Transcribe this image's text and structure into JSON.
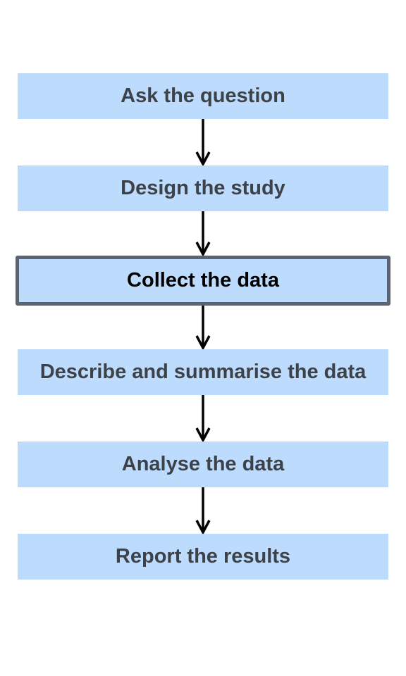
{
  "diagram": {
    "steps": [
      {
        "label": "Ask the question",
        "highlighted": false
      },
      {
        "label": "Design the study",
        "highlighted": false
      },
      {
        "label": "Collect the data",
        "highlighted": true
      },
      {
        "label": "Describe and summarise the data",
        "highlighted": false
      },
      {
        "label": "Analyse the data",
        "highlighted": false
      },
      {
        "label": "Report the results",
        "highlighted": false
      }
    ],
    "colors": {
      "box_fill": "#bcdbfd",
      "text": "#3d4249",
      "highlight_border": "#5b6470",
      "highlight_text": "#000000",
      "arrow": "#000000"
    }
  }
}
